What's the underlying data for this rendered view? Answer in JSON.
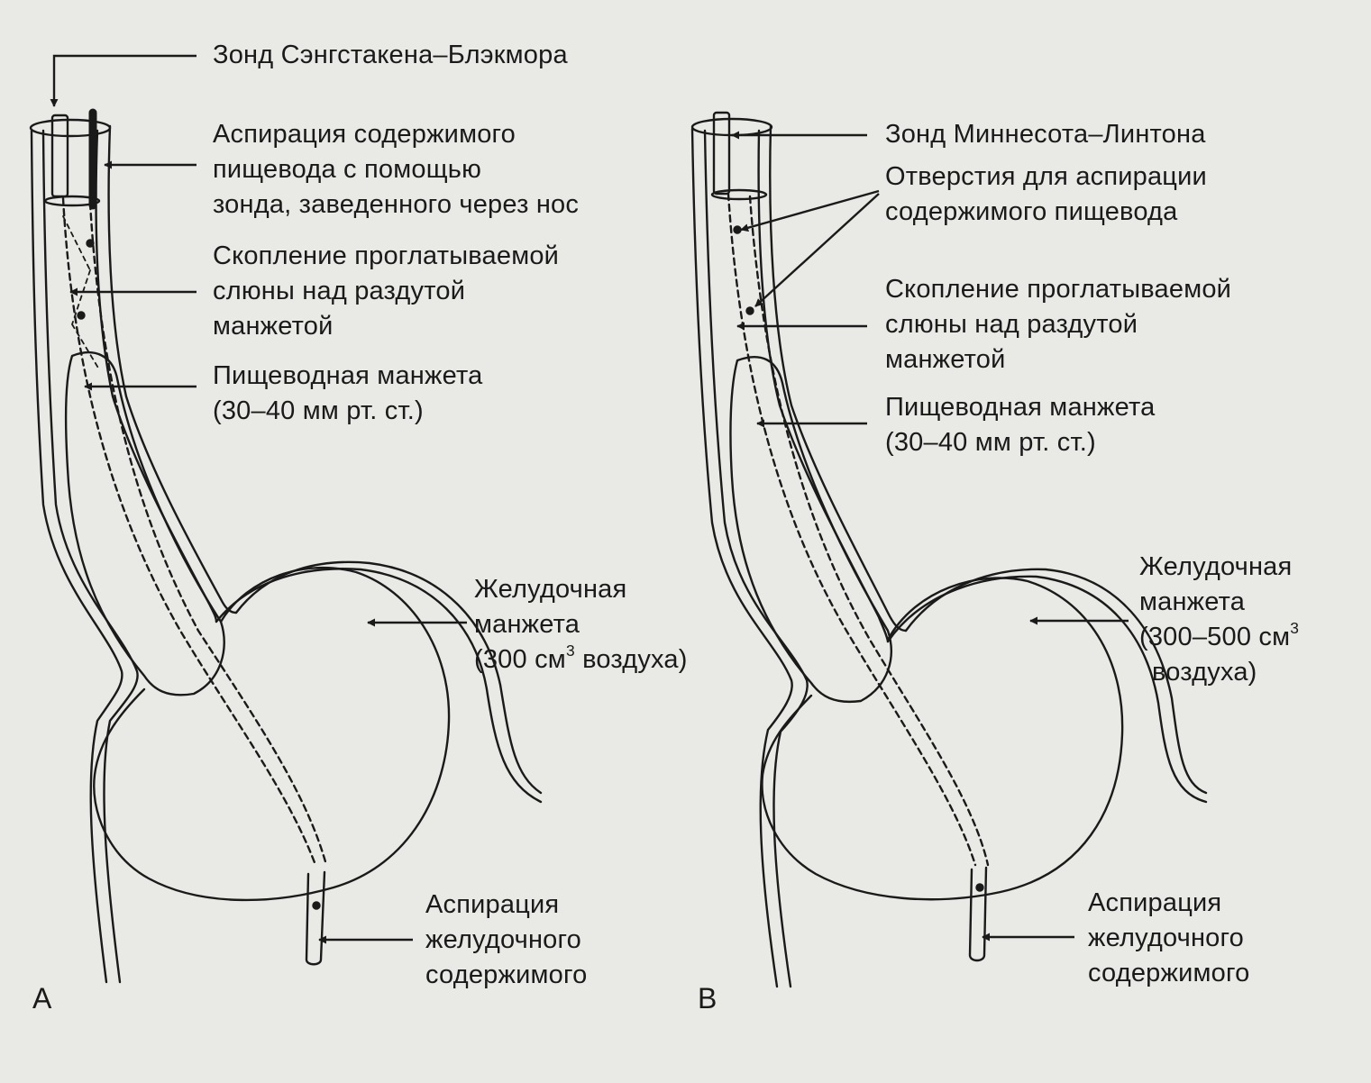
{
  "panels": [
    {
      "letter": "A",
      "labels": {
        "probe": "Зонд Сэнгстакена–Блэкмора",
        "aspiration_esophagus": [
          "Аспирация содержимого",
          "пищевода с помощью",
          "зонда, заведенного через нос"
        ],
        "saliva": [
          "Скопление проглатываемой",
          "слюны над раздутой",
          "манжетой"
        ],
        "esophageal_cuff": [
          "Пищеводная манжета",
          "(30–40 мм рт. ст.)"
        ],
        "gastric_cuff": {
          "line1": "Желудочная",
          "line2": "манжета",
          "line3_pre": "(300 см",
          "line3_sup": "3",
          "line3_post": " воздуха)"
        },
        "aspiration_gastric": [
          "Аспирация",
          "желудочного",
          "содержимого"
        ]
      }
    },
    {
      "letter": "B",
      "labels": {
        "probe": "Зонд Миннесота–Линтона",
        "holes": [
          "Отверстия для аспирации",
          "содержимого пищевода"
        ],
        "saliva": [
          "Скопление проглатываемой",
          "слюны над раздутой",
          "манжетой"
        ],
        "esophageal_cuff": [
          "Пищеводная манжета",
          "(30–40 мм рт. ст.)"
        ],
        "gastric_cuff": {
          "line1": "Желудочная",
          "line2": "манжета",
          "line3_pre": "(300–500 см",
          "line3_sup": "3",
          "line4": "воздуха)"
        },
        "aspiration_gastric": [
          "Аспирация",
          "желудочного",
          "содержимого"
        ]
      }
    }
  ],
  "colors": {
    "ink": "#1a1a1a",
    "paper": "#e9e9e6"
  }
}
